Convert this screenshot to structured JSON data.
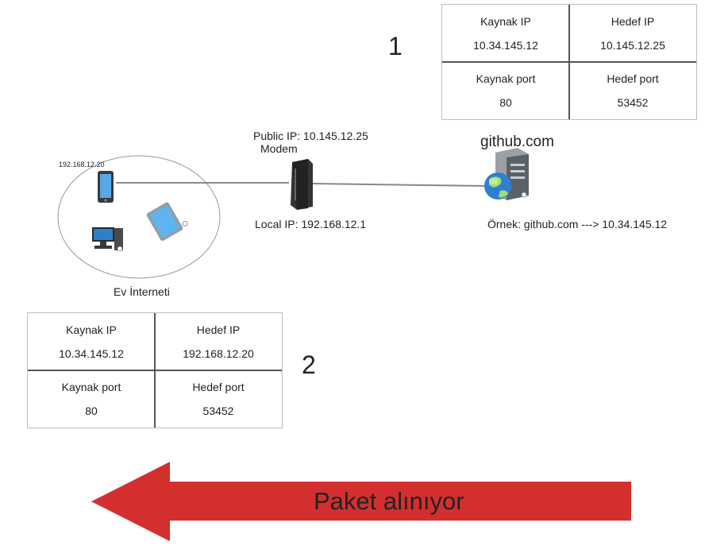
{
  "table1": {
    "number": "1",
    "source_ip_label": "Kaynak IP",
    "source_ip": "10.34.145.12",
    "dest_ip_label": "Hedef IP",
    "dest_ip": "10.145.12.25",
    "source_port_label": "Kaynak port",
    "source_port": "80",
    "dest_port_label": "Hedef port",
    "dest_port": "53452"
  },
  "table2": {
    "number": "2",
    "source_ip_label": "Kaynak IP",
    "source_ip": "10.34.145.12",
    "dest_ip_label": "Hedef IP",
    "dest_ip": "192.168.12.20",
    "source_port_label": "Kaynak port",
    "source_port": "80",
    "dest_port_label": "Hedef port",
    "dest_port": "53452"
  },
  "network": {
    "device_ip": "192.168.12.20",
    "home_label": "Ev İnterneti",
    "public_ip": "Public IP: 10.145.12.25",
    "modem_label": "Modem",
    "local_ip": "Local IP: 192.168.12.1",
    "server_label": "github.com",
    "example": "Örnek: github.com ---> 10.34.145.12"
  },
  "banner": {
    "text": "Paket alınıyor",
    "color": "#d32f2f"
  },
  "icons": [
    "phone-icon",
    "tablet-icon",
    "desktop-icon",
    "modem-icon",
    "server-icon",
    "globe-icon"
  ]
}
